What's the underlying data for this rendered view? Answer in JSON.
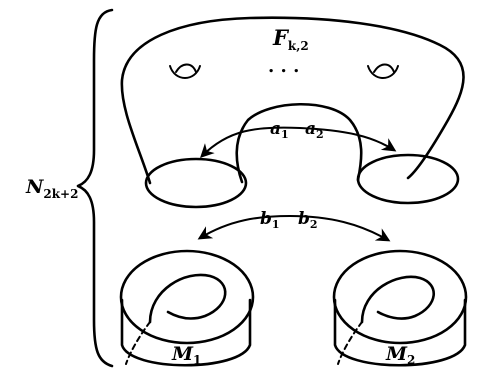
{
  "labels": {
    "n": {
      "main": "N",
      "sub": "2k+2"
    },
    "f": {
      "main": "F",
      "sub": "k,2"
    },
    "a1": {
      "main": "a",
      "sub": "1"
    },
    "a2": {
      "main": "a",
      "sub": "2"
    },
    "b1": {
      "main": "b",
      "sub": "1"
    },
    "b2": {
      "main": "b",
      "sub": "2"
    },
    "m1": {
      "main": "M",
      "sub": "1"
    },
    "m2": {
      "main": "M",
      "sub": "2"
    },
    "dots": ". . ."
  }
}
